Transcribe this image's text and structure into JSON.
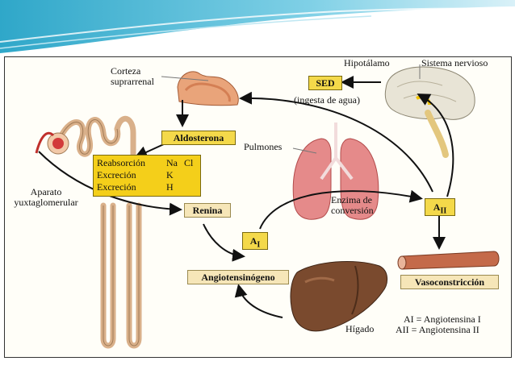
{
  "labels": {
    "corteza_line1": "Corteza",
    "corteza_line2": "suprarrenal",
    "aparato_line1": "Aparato",
    "aparato_line2": "yuxtaglomerular",
    "hipotalamo": "Hipotálamo",
    "sistema_nervioso": "Sistema nervioso",
    "ingesta": "(ingesta de agua)",
    "pulmones": "Pulmones",
    "enzima_line1": "Enzima de",
    "enzima_line2": "conversión",
    "higado": "Hígado"
  },
  "boxes": {
    "sed": "SED",
    "aldosterona": "Aldosterona",
    "renina": "Renina",
    "angiotensinogeno": "Angiotensinógeno",
    "vasoconstriccion": "Vasoconstricción",
    "a1_main": "A",
    "a1_sub": "I",
    "a2_main": "A",
    "a2_sub": "II"
  },
  "effects": {
    "row1_label": "Reabsorción",
    "row1_ion": "Na",
    "row1_ion2": "Cl",
    "row2_label": "Excreción",
    "row2_ion": "K",
    "row3_label": "Excreción",
    "row3_ion": "H"
  },
  "legend": {
    "line1": "AI = Angiotensina I",
    "line2": "AII = Angiotensina II"
  },
  "colors": {
    "box_yellow": "#f4d94a",
    "box_light": "#f6e6b8",
    "header_blue": "#2fa7c9",
    "organ_red": "#c0504d",
    "liver_brown": "#7a4a2e"
  }
}
